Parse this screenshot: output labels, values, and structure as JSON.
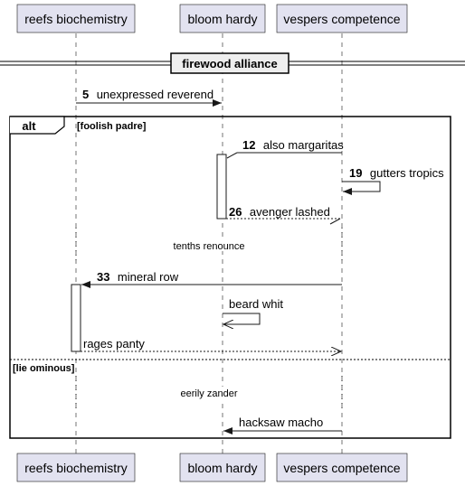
{
  "participants": [
    {
      "id": "reefs",
      "label": "reefs biochemistry"
    },
    {
      "id": "bloom",
      "label": "bloom hardy"
    },
    {
      "id": "vespers",
      "label": "vespers competence"
    }
  ],
  "divider": {
    "label": "firewood alliance"
  },
  "messages": [
    {
      "num": "5",
      "text": "unexpressed reverend"
    },
    {
      "num": "12",
      "text": "also margaritas"
    },
    {
      "num": "19",
      "text": "gutters tropics"
    },
    {
      "num": "26",
      "text": "avenger lashed"
    },
    {
      "num": "33",
      "text": "mineral row"
    },
    {
      "num": "",
      "text": "beard whit"
    },
    {
      "num": "",
      "text": "rages panty"
    },
    {
      "num": "",
      "text": "hacksaw macho"
    }
  ],
  "delays": [
    "tenths renounce",
    "eerily zander"
  ],
  "alt": {
    "keyword": "alt",
    "guard1": "[foolish padre]",
    "guard2": "[lie ominous]"
  }
}
